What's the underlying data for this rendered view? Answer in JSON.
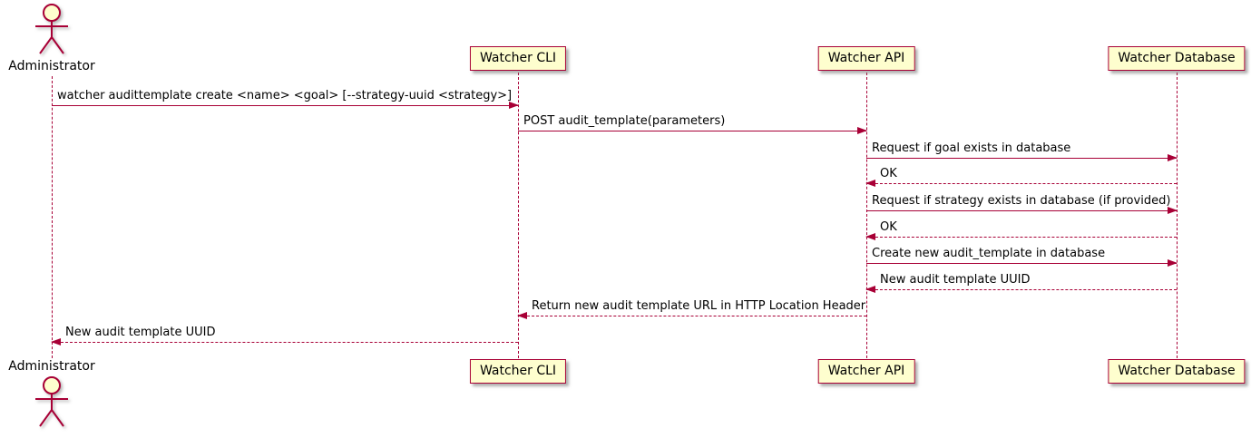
{
  "diagram": {
    "type": "uml-sequence",
    "colors": {
      "line": "#A80036",
      "participant_fill": "#FEFECE",
      "text": "#000000",
      "background": "#FFFFFF"
    },
    "actor": {
      "name": "Administrator"
    },
    "participants": [
      {
        "label": "Watcher CLI"
      },
      {
        "label": "Watcher API"
      },
      {
        "label": "Watcher Database"
      }
    ],
    "messages": [
      {
        "from": "Administrator",
        "to": "Watcher CLI",
        "style": "solid",
        "label": "watcher audittemplate create <name> <goal> [--strategy-uuid <strategy>]"
      },
      {
        "from": "Watcher CLI",
        "to": "Watcher API",
        "style": "solid",
        "label": "POST audit_template(parameters)"
      },
      {
        "from": "Watcher API",
        "to": "Watcher Database",
        "style": "solid",
        "label": "Request if goal exists in database"
      },
      {
        "from": "Watcher Database",
        "to": "Watcher API",
        "style": "dashed",
        "label": "OK"
      },
      {
        "from": "Watcher API",
        "to": "Watcher Database",
        "style": "solid",
        "label": "Request if strategy exists in database (if provided)"
      },
      {
        "from": "Watcher Database",
        "to": "Watcher API",
        "style": "dashed",
        "label": "OK"
      },
      {
        "from": "Watcher API",
        "to": "Watcher Database",
        "style": "solid",
        "label": "Create new audit_template in database"
      },
      {
        "from": "Watcher Database",
        "to": "Watcher API",
        "style": "dashed",
        "label": "New audit template UUID"
      },
      {
        "from": "Watcher API",
        "to": "Watcher CLI",
        "style": "dashed",
        "label": "Return new audit template URL in HTTP Location Header"
      },
      {
        "from": "Watcher CLI",
        "to": "Administrator",
        "style": "dashed",
        "label": "New audit template UUID"
      }
    ]
  }
}
